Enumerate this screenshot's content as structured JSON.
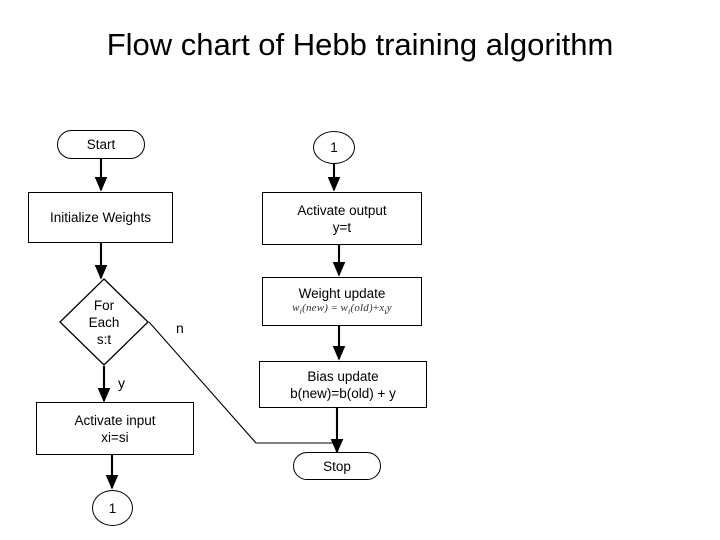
{
  "title": "Flow chart of Hebb training algorithm",
  "nodes": {
    "start": {
      "label": "Start",
      "shape": "oval"
    },
    "init_weights": {
      "label": "Initialize Weights",
      "shape": "rectangle"
    },
    "decision": {
      "line1": "For",
      "line2": "Each",
      "line3": "s:t",
      "shape": "diamond"
    },
    "activate_input": {
      "line1": "Activate input",
      "line2": "xi=si",
      "shape": "rectangle"
    },
    "connector_bottom_left": {
      "label": "1",
      "shape": "circle"
    },
    "connector_top_right": {
      "label": "1",
      "shape": "circle"
    },
    "activate_output": {
      "line1": "Activate output",
      "line2": "y=t",
      "shape": "rectangle"
    },
    "weight_update": {
      "line1": "Weight update",
      "formula": "wi(new) = wi(old) + xiy",
      "formula_parts": {
        "w": "w",
        "sub_i": "i",
        "new": "(new)",
        "eq": "=",
        "w2": "w",
        "sub_i2": "i",
        "old": "(old)",
        "plus": "+",
        "x": "x",
        "sub_i3": "i",
        "y": "y"
      },
      "shape": "rectangle"
    },
    "bias_update": {
      "line1": "Bias update",
      "line2": "b(new)=b(old) + y",
      "shape": "rectangle"
    },
    "stop": {
      "label": "Stop",
      "shape": "oval"
    }
  },
  "edge_labels": {
    "yes": "y",
    "no": "n"
  },
  "colors": {
    "stroke": "#000000",
    "fill": "#ffffff",
    "text": "#000000"
  }
}
